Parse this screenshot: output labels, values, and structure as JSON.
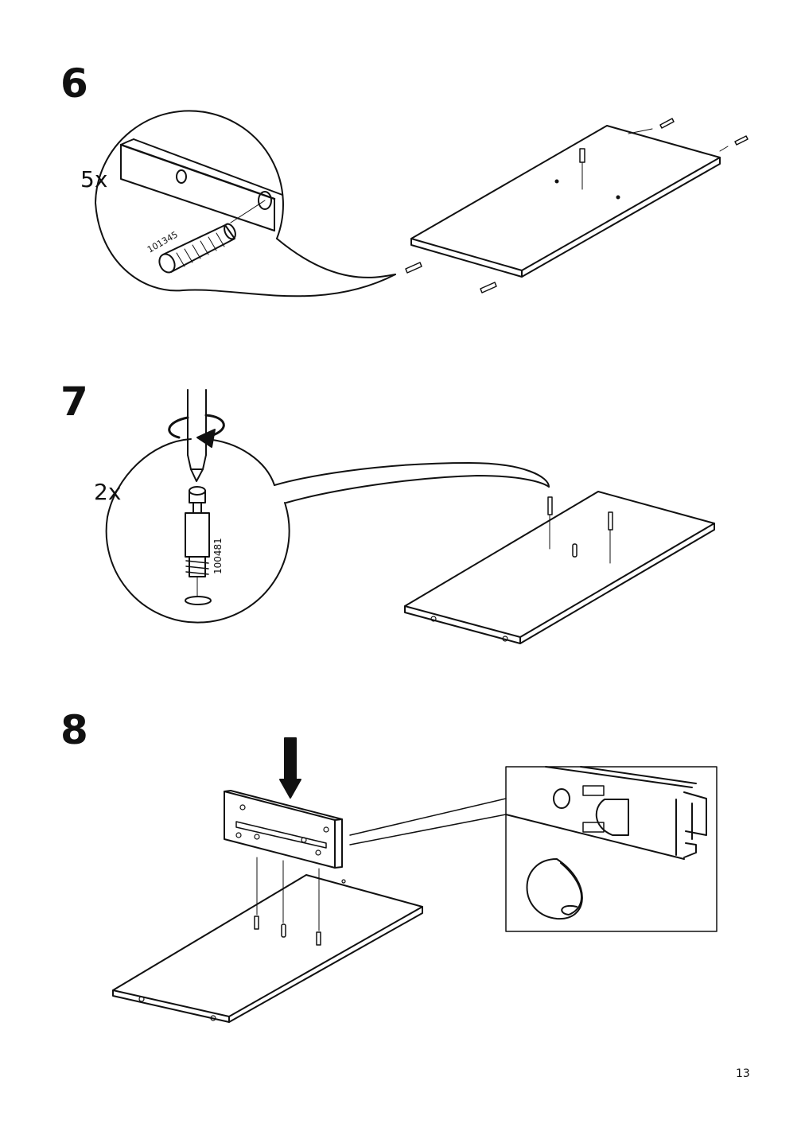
{
  "steps": [
    {
      "number": "6",
      "quantity": "5x",
      "part_number": "101345"
    },
    {
      "number": "7",
      "quantity": "2x",
      "part_number": "100481"
    },
    {
      "number": "8"
    }
  ],
  "page_number": "13",
  "icons": [
    "dowel-icon",
    "cam-bolt-icon",
    "screwdriver-icon",
    "rotate-arrow-icon",
    "down-arrow-icon",
    "magnifier-circle-icon"
  ]
}
